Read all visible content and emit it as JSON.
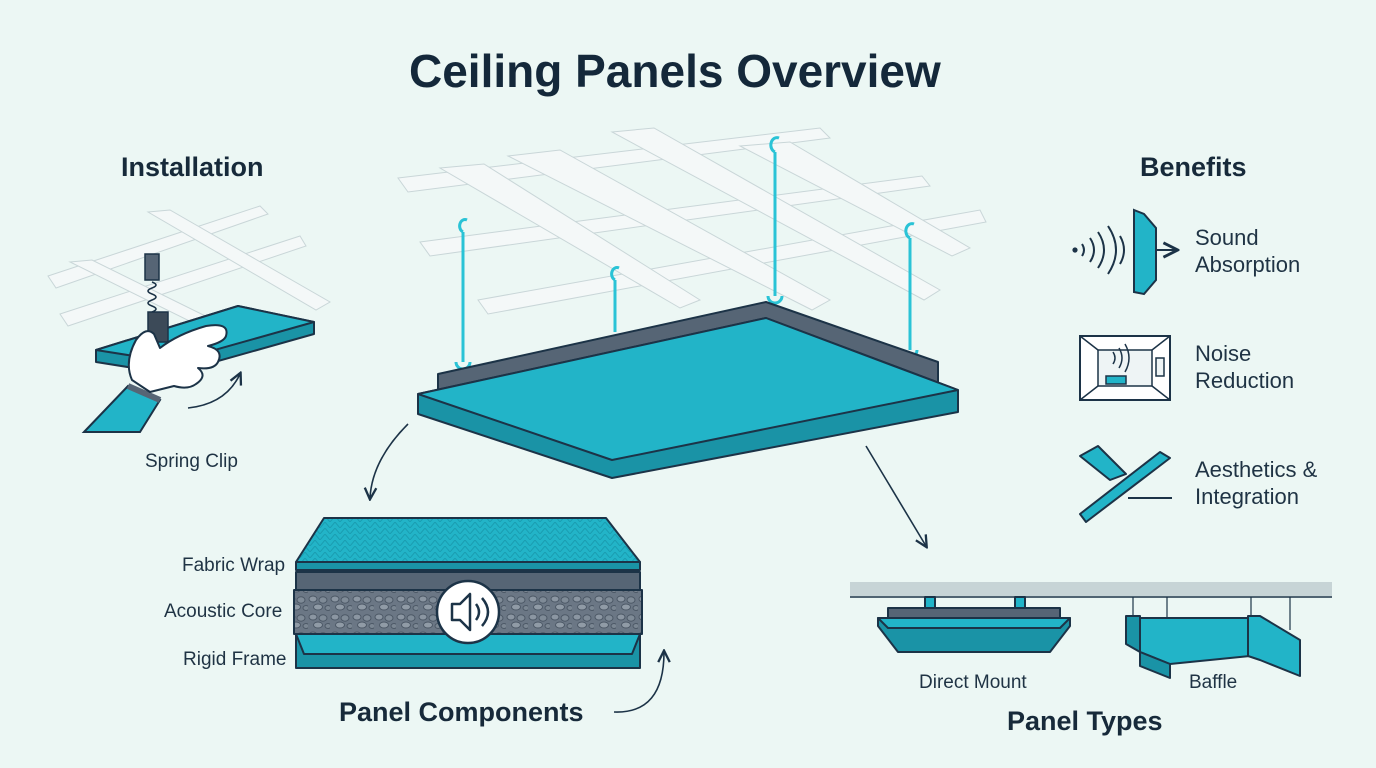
{
  "title": "Ceiling Panels Overview",
  "installation": {
    "heading": "Installation",
    "clip_label": "Spring Clip"
  },
  "components": {
    "heading": "Panel Components",
    "layers": [
      "Fabric Wrap",
      "Acoustic Core",
      "Rigid Frame"
    ]
  },
  "types": {
    "heading": "Panel Types",
    "items": [
      "Direct Mount",
      "Baffle"
    ]
  },
  "benefits": {
    "heading": "Benefits",
    "items": [
      {
        "line1": "Sound",
        "line2": "Absorption"
      },
      {
        "line1": "Noise",
        "line2": "Reduction"
      },
      {
        "line1": "Aesthetics &",
        "line2": "Integration"
      }
    ]
  },
  "colors": {
    "background": "#ecf7f4",
    "teal": "#22b4c8",
    "teal_dark": "#1a93a6",
    "slate": "#566575",
    "outline": "#1c3347",
    "grid": "#f4f8f8"
  },
  "icons": [
    "sound-wave-icon",
    "room-sofa-icon",
    "angled-panels-icon",
    "speaker-icon"
  ]
}
